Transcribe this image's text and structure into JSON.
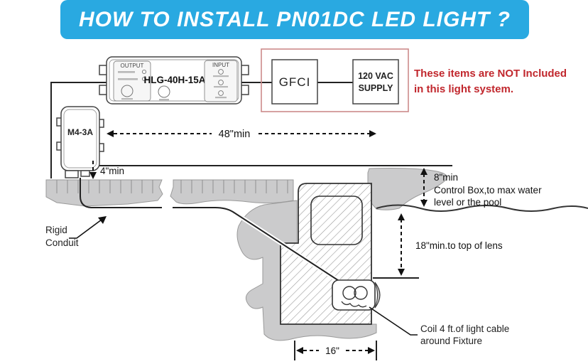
{
  "banner": {
    "title": "HOW TO INSTALL PN01DC LED LIGHT ?"
  },
  "colors": {
    "banner_blue": "#29A9E1",
    "note_red": "#C1272D",
    "box_red": "#CC8A8A",
    "line_dark": "#222222",
    "deck_gray": "#CBCBCC"
  },
  "driver": {
    "model": "HLG-40H-15A",
    "output_label": "OUTPUT",
    "input_label": "INPUT"
  },
  "junction_box": {
    "label": "M4-3A"
  },
  "power": {
    "gfci_label": "GFCI",
    "supply_line1": "120 VAC",
    "supply_line2": "SUPPLY",
    "note_line1": "These items are NOT Included",
    "note_line2": "in this light system."
  },
  "dimensions": {
    "d48": "48\"min",
    "d4": "4\"min",
    "d8": "8\"min",
    "d8_note1": "Control Box,to max water",
    "d8_note2": "level or the pool",
    "d18": "18\"min.to top of lens",
    "d16": "16\"",
    "coil_note1": "Coil 4 ft.of light cable",
    "coil_note2": "around Fixture",
    "conduit_line1": "Rigid",
    "conduit_line2": "Conduit"
  }
}
